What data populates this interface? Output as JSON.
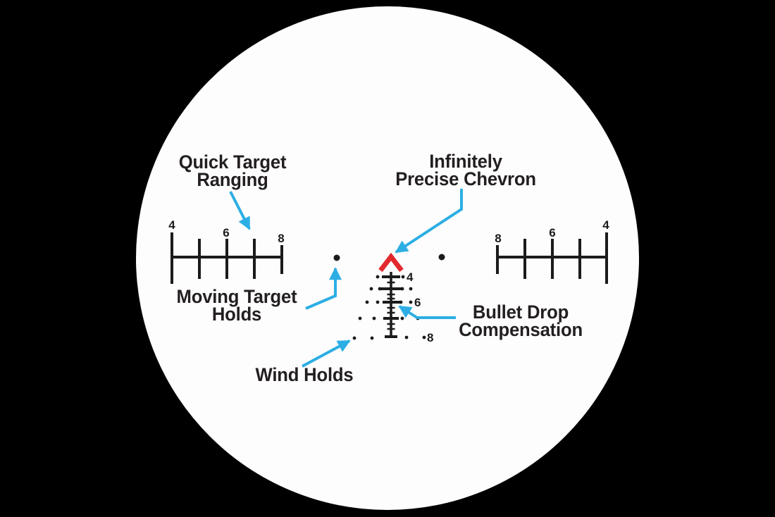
{
  "colors": {
    "bg": "#000000",
    "scope": "#fdfdfd",
    "reticle": "#1b1b1b",
    "text": "#231f20",
    "arrow": "#2caee4",
    "chevron": "#e2292e"
  },
  "callouts": {
    "quick_target_ranging": {
      "lines": [
        "Quick Target",
        "Ranging"
      ]
    },
    "infinitely_precise_chevron": {
      "lines": [
        "Infinitely",
        "Precise Chevron"
      ]
    },
    "moving_target_holds": {
      "lines": [
        "Moving Target",
        "Holds"
      ]
    },
    "bullet_drop_compensation": {
      "lines": [
        "Bullet Drop",
        "Compensation"
      ]
    },
    "wind_holds": {
      "lines": [
        "Wind Holds"
      ]
    }
  },
  "reticle": {
    "left_scale_numbers": [
      "4",
      "6",
      "8"
    ],
    "right_scale_numbers": [
      "8",
      "6",
      "4"
    ],
    "bdc_numbers": [
      "4",
      "6",
      "8"
    ]
  }
}
